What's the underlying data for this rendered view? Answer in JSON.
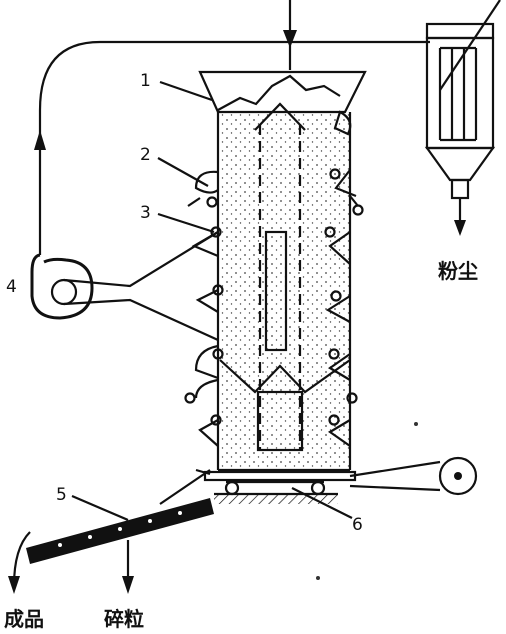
{
  "labels": {
    "n1": "1",
    "n2": "2",
    "n3": "3",
    "n4": "4",
    "n5": "5",
    "n6": "6",
    "dust": "粉尘",
    "product": "成品",
    "fines": "碎粒"
  },
  "icons": {
    "cyclone": "cyclone-filter-icon",
    "fan": "blower-fan-icon",
    "pulley": "drive-pulley-icon"
  }
}
